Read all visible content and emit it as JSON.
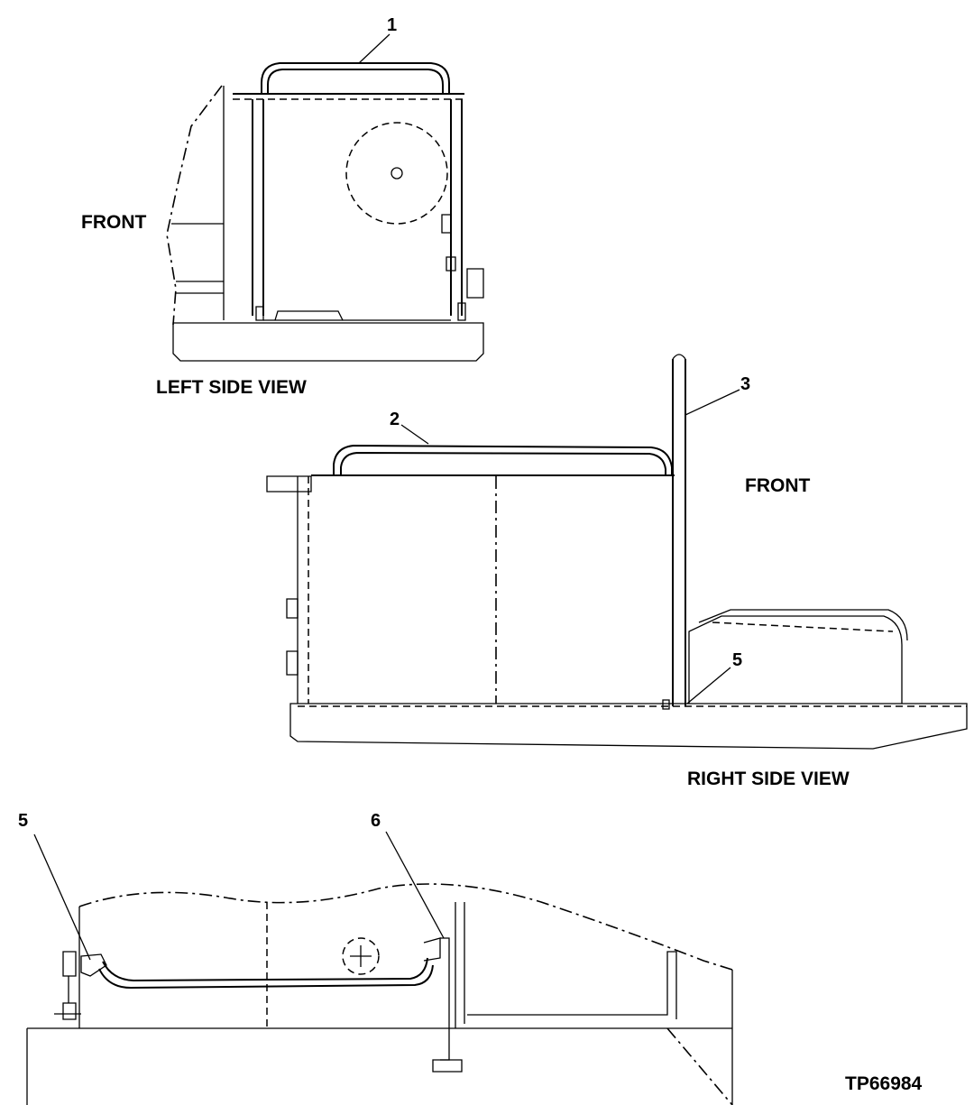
{
  "labels": {
    "front_left": "FRONT",
    "left_side_view": "LEFT SIDE VIEW",
    "front_right": "FRONT",
    "right_side_view": "RIGHT SIDE VIEW",
    "drawing_id": "TP66984"
  },
  "callouts": [
    "1",
    "2",
    "3",
    "5",
    "5",
    "6"
  ]
}
